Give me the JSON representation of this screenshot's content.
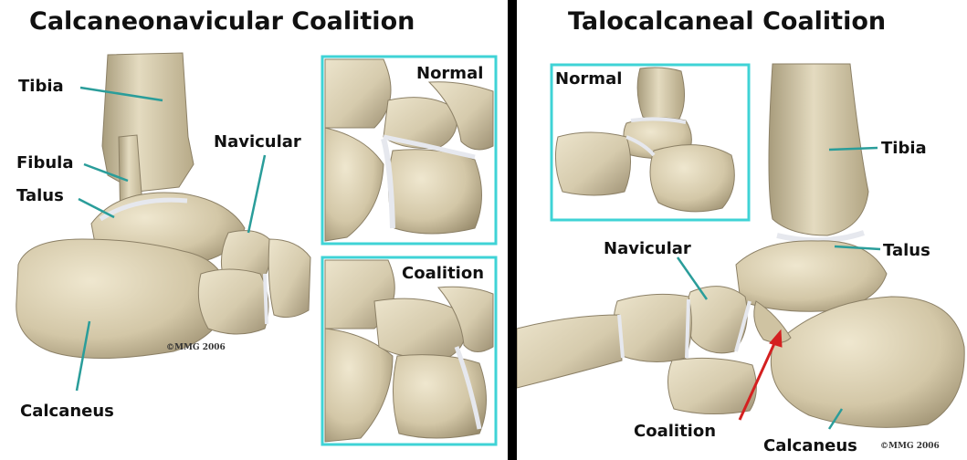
{
  "left_panel": {
    "title": "Calcaneonavicular Coalition",
    "labels": {
      "tibia": "Tibia",
      "fibula": "Fibula",
      "talus": "Talus",
      "navicular": "Navicular",
      "calcaneus": "Calcaneus"
    },
    "insets": {
      "top": "Normal",
      "bottom": "Coalition"
    },
    "copyright": "©MMG 2006"
  },
  "right_panel": {
    "title": "Talocalcaneal Coalition",
    "labels": {
      "tibia": "Tibia",
      "talus": "Talus",
      "navicular": "Navicular",
      "coalition": "Coalition",
      "calcaneus": "Calcaneus"
    },
    "inset": "Normal",
    "copyright": "©MMG 2006"
  },
  "colors": {
    "bone": "#d9cfb4",
    "bone_shadow": "#a89c7c",
    "cartilage": "#e6e8ee",
    "leader_line": "#2a9d9a",
    "inset_border": "#3fd3d6",
    "coalition_arrow": "#d42020"
  }
}
